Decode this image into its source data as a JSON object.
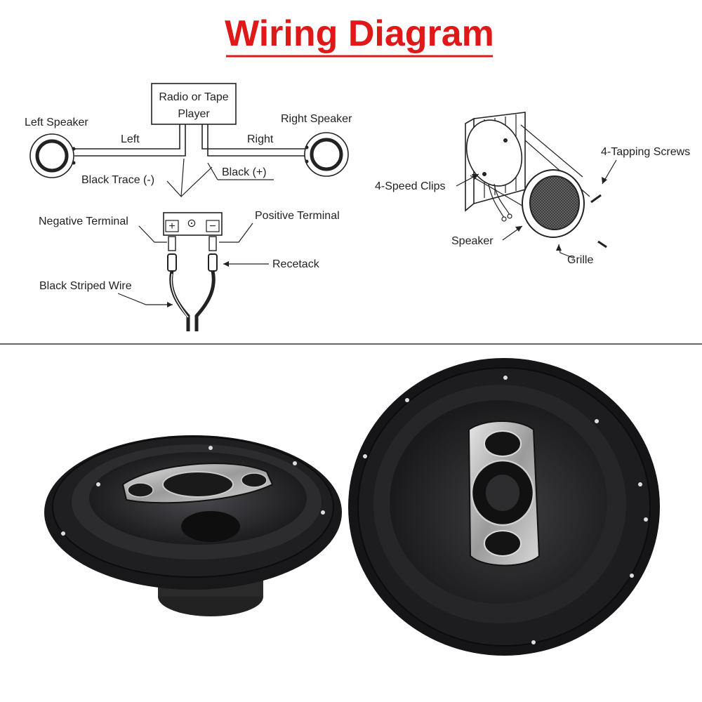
{
  "title": "Wiring Diagram",
  "colors": {
    "title": "#e01818",
    "line": "#222222",
    "speaker_body": "#1b1b1d",
    "surround": "#2a2a2c",
    "accent": "#b8b8b8"
  },
  "wiring": {
    "source": {
      "line1": "Radio or Tape",
      "line2": "Player"
    },
    "left_speaker": "Left Speaker",
    "right_speaker": "Right Speaker",
    "left_wire": "Left",
    "right_wire": "Right",
    "black_trace": "Black  Trace (-)",
    "black_plus": "Black  (+)",
    "negative_terminal": "Negative  Terminal",
    "positive_terminal": "Positive  Terminal",
    "terminal_plus_symbol": "+",
    "terminal_minus_symbol": "−",
    "terminal_center_symbol": "⊙",
    "recetack": "Recetack",
    "black_striped_wire": "Black  Striped  Wire"
  },
  "installation": {
    "clips": "4-Speed  Clips",
    "screws": "4-Tapping Screws",
    "speaker": "Speaker",
    "grille": "Grille"
  },
  "photo": {
    "description_icons": [
      "speaker-left-icon",
      "speaker-right-icon"
    ]
  }
}
